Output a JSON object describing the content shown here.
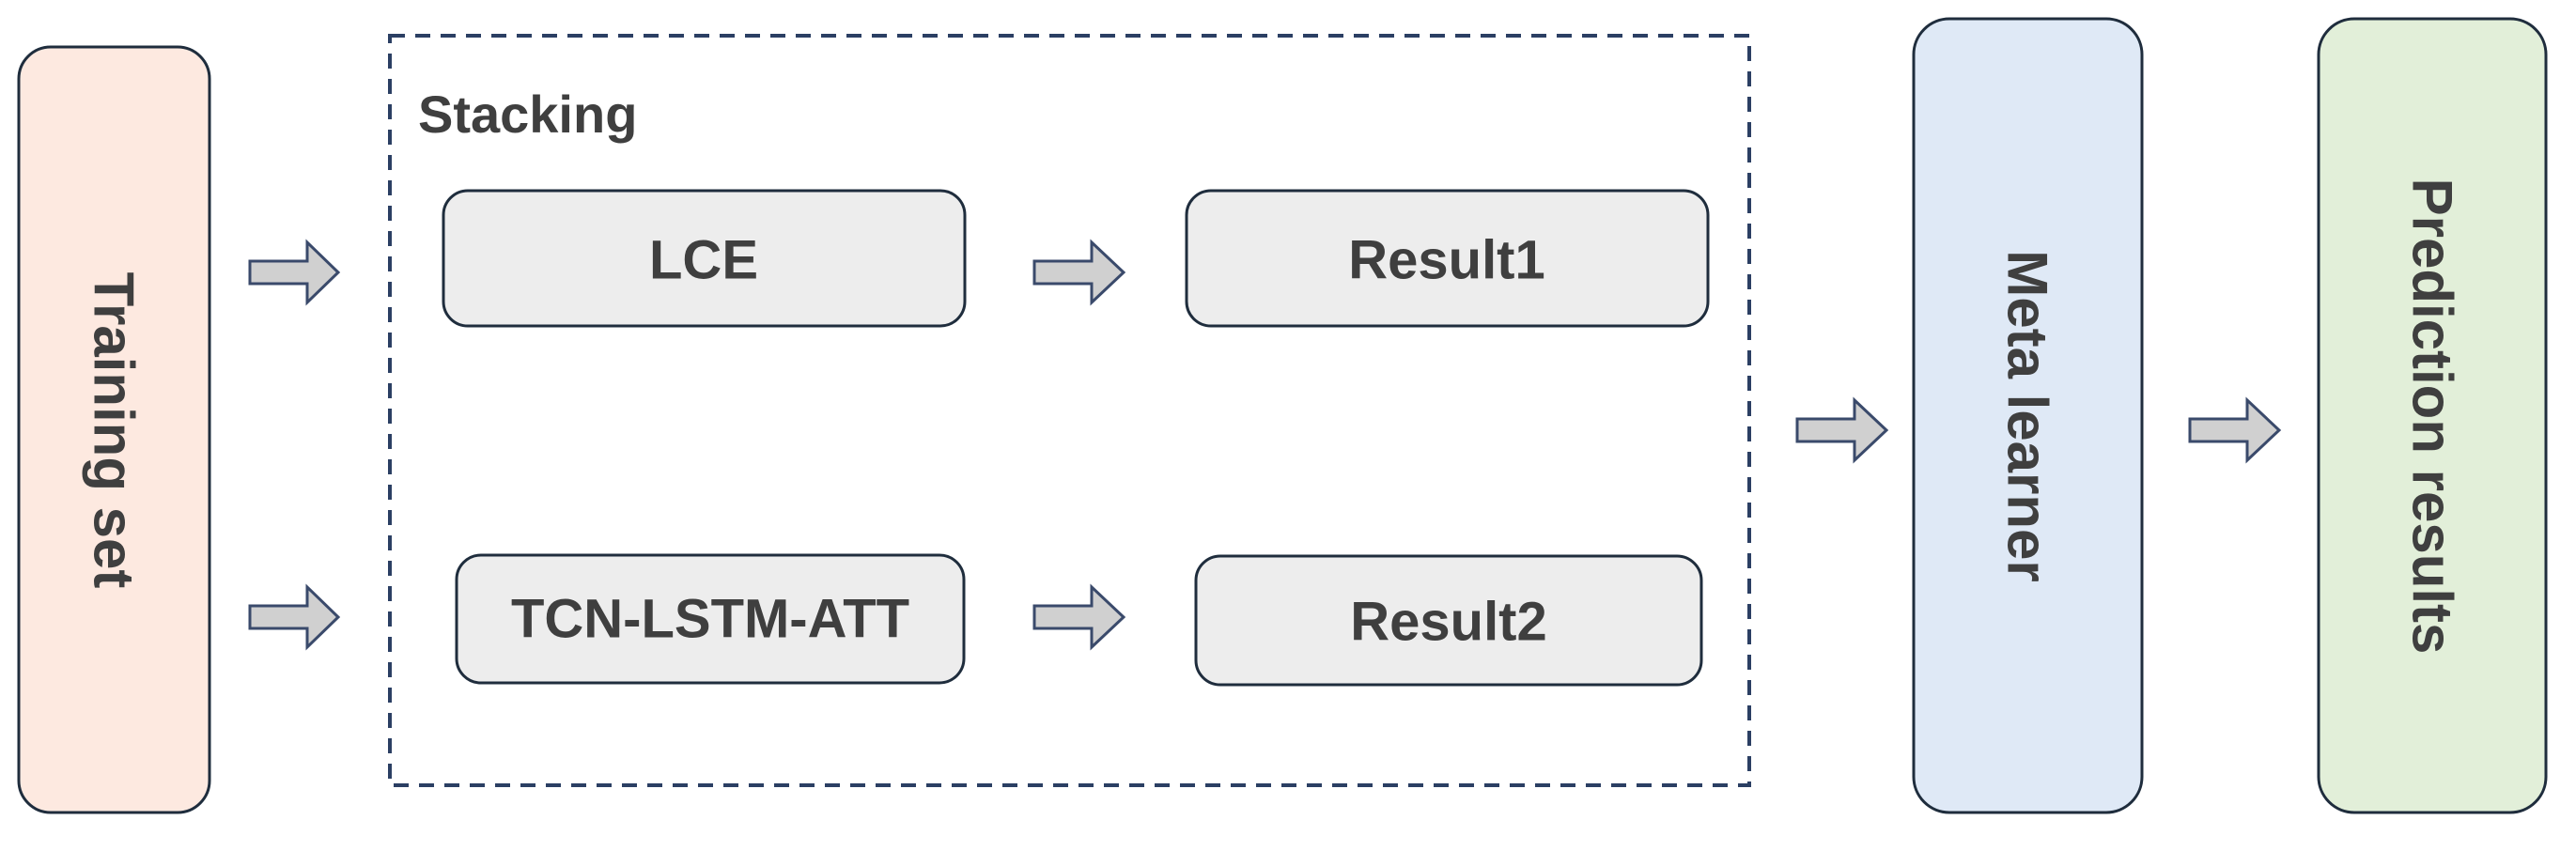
{
  "diagram": {
    "training_set": "Training set",
    "stacking_label": "Stacking",
    "models": {
      "lce": "LCE",
      "tcn": "TCN-LSTM-ATT"
    },
    "results": {
      "result1": "Result1",
      "result2": "Result2"
    },
    "meta_learner": "Meta learner",
    "prediction_results": "Prediction results"
  },
  "colors": {
    "training_fill": "#fde9e0",
    "meta_fill": "#dfe9f6",
    "prediction_fill": "#e2efd9",
    "box_fill": "#ededed",
    "stroke": "#1f2d3d",
    "arrow_fill": "#d0d0d0",
    "arrow_stroke": "#3a4a6b",
    "dash_stroke": "#2b3f63",
    "text": "#3f3f3f"
  }
}
